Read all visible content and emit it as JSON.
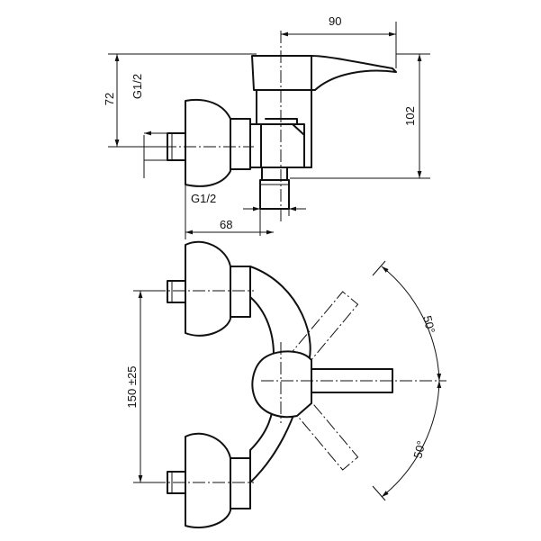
{
  "diagram": {
    "dimensions": {
      "width_90": "90",
      "height_72": "72",
      "thread_top": "G1/2",
      "height_102": "102",
      "thread_bottom": "G1/2",
      "depth_68": "68",
      "spacing": "150 ±25",
      "angle_upper": "50°",
      "angle_lower": "50°"
    }
  }
}
